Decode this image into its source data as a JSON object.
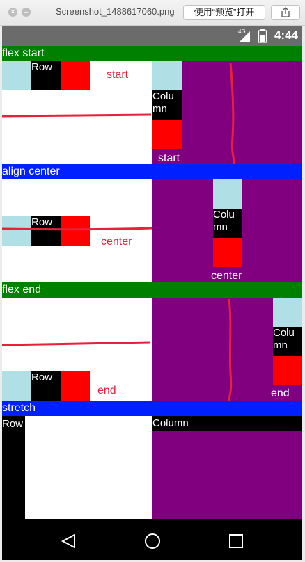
{
  "window": {
    "title": "Screenshot_1488617060.png",
    "open_button": "使用“预览”打开"
  },
  "statusbar": {
    "network": "4G",
    "time": "4:44"
  },
  "sections": {
    "flex_start": {
      "header": "flex start",
      "row_label": "Row",
      "column_label": "Colu mn",
      "row_annotation": "start",
      "column_annotation": "start"
    },
    "align_center": {
      "header": "align center",
      "row_label": "Row",
      "column_label": "Colu mn",
      "row_annotation": "center",
      "column_annotation": "center"
    },
    "flex_end": {
      "header": "flex end",
      "row_label": "Row",
      "column_label": "Colu mn",
      "row_annotation": "end",
      "column_annotation": "end"
    },
    "stretch": {
      "header": "stretch",
      "row_label": "Row",
      "column_label": "Column"
    }
  },
  "colors": {
    "header_green": "#008000",
    "header_blue": "#0020ff",
    "box_powderblue": "#b0e0e6",
    "box_black": "#000000",
    "box_red": "#ff0000",
    "column_bg": "#800080",
    "annotation_red": "#e8203a"
  },
  "icons": {
    "nav": [
      "back-icon",
      "home-icon",
      "recents-icon"
    ],
    "titlebar": [
      "close-icon",
      "minimize-icon",
      "share-icon"
    ]
  }
}
